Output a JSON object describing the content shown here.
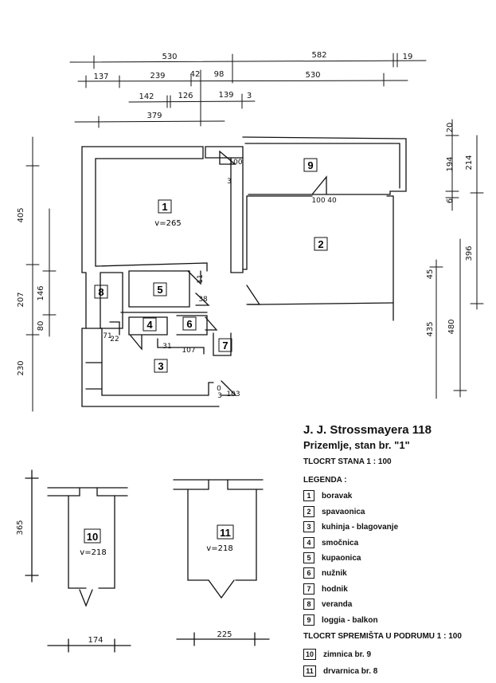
{
  "header": {
    "title": "J. J. Strossmayera 118",
    "subtitle": "Prizemlje, stan br. \"1\"",
    "plan_label": "TLOCRT STANA  1 : 100",
    "legend_heading": "LEGENDA :",
    "storage_label": "TLOCRT SPREMIŠTA U PODRUMU  1 : 100"
  },
  "legend": [
    {
      "num": "1",
      "text": "boravak"
    },
    {
      "num": "2",
      "text": "spavaonica"
    },
    {
      "num": "3",
      "text": "kuhinja - blagovanje"
    },
    {
      "num": "4",
      "text": "smočnica"
    },
    {
      "num": "5",
      "text": "kupaonica"
    },
    {
      "num": "6",
      "text": "nužnik"
    },
    {
      "num": "7",
      "text": "hodnik"
    },
    {
      "num": "8",
      "text": "veranda"
    },
    {
      "num": "9",
      "text": "loggia - balkon"
    }
  ],
  "storage_legend": [
    {
      "num": "10",
      "text": "zimnica br. 9"
    },
    {
      "num": "11",
      "text": "drvarnica br. 8"
    }
  ],
  "rooms": {
    "r1": "1",
    "r1_height": "v=265",
    "r2": "2",
    "r3": "3",
    "r4": "4",
    "r5": "5",
    "r6": "6",
    "r7": "7",
    "r8": "8",
    "r9": "9",
    "r10": "10",
    "r10_height": "v=218",
    "r11": "11",
    "r11_height": "v=218"
  },
  "dimensions": {
    "top1_a": "530",
    "top1_b": "582",
    "top1_c": "19",
    "top2_a": "137",
    "top2_b": "239",
    "top2_c": "42",
    "top2_d": "98",
    "top2_e": "530",
    "top3_a": "142",
    "top3_b": "126",
    "top3_c": "139",
    "top3_d": "3",
    "top4_a": "379",
    "left_a": "405",
    "left_b": "207",
    "left_c": "146",
    "left_d": "80",
    "left_e": "230",
    "right_a": "20",
    "right_b": "194",
    "right_c": "214",
    "right_d": "6",
    "right_e": "396",
    "right_f": "45",
    "right_g": "435",
    "right_h": "480",
    "in_100a": "100",
    "in_3": "3",
    "in_100b": "100",
    "in_40": "40",
    "in_11": "11",
    "in_38": "38",
    "in_71": "71",
    "in_22": "22",
    "in_31": "31",
    "in_107": "107",
    "in_0": "0",
    "in_3b": "3",
    "in_103": "103",
    "storage_h": "365",
    "storage_w10": "174",
    "storage_w11": "225"
  }
}
